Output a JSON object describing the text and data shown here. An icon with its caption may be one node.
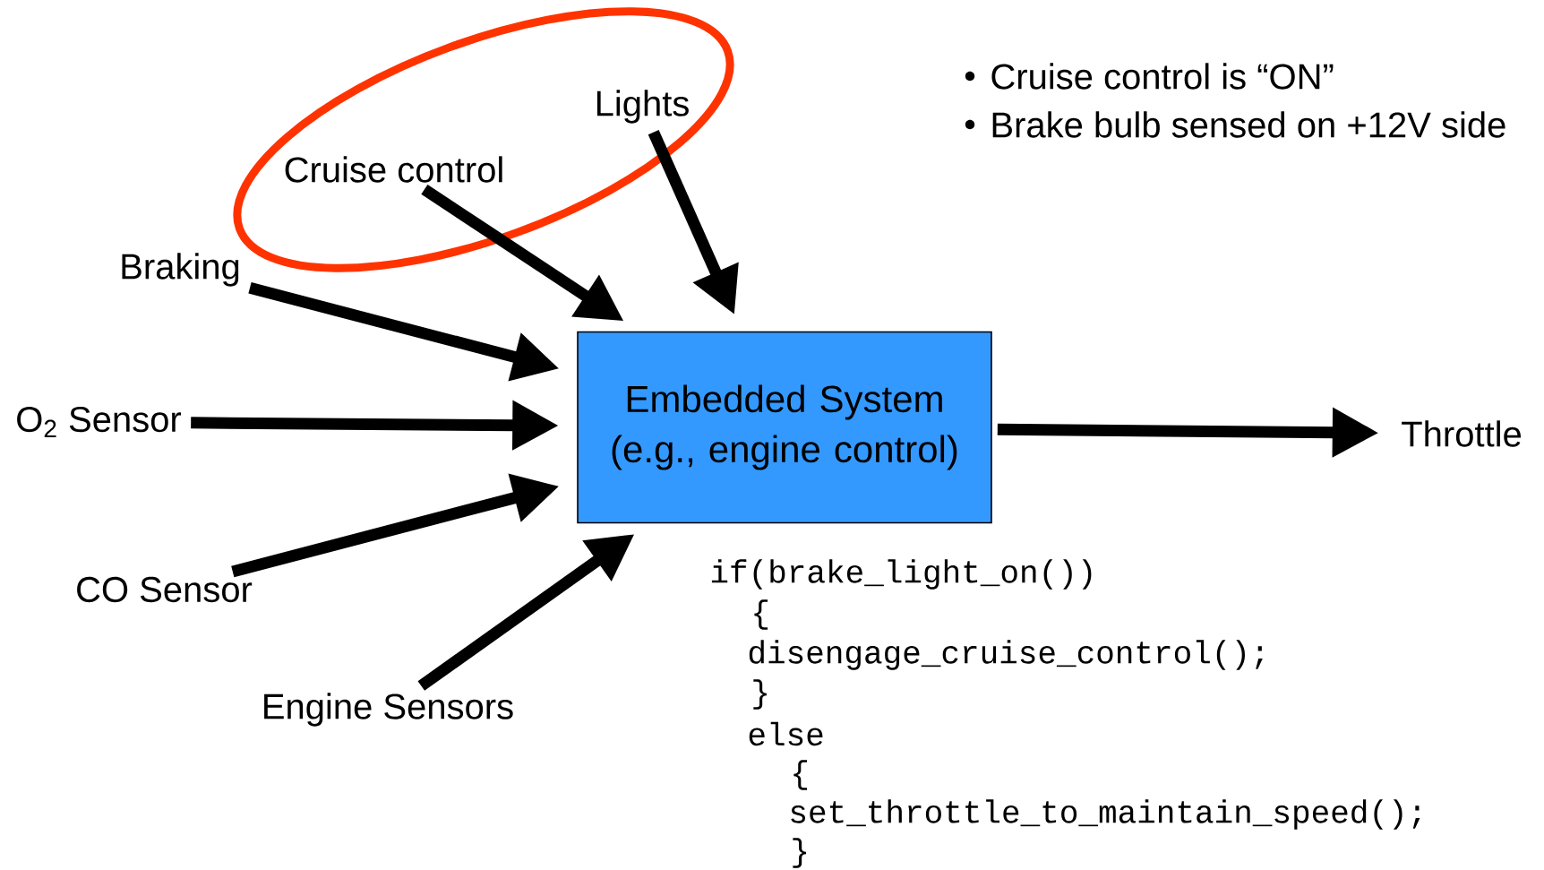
{
  "diagram": {
    "nodes": [
      {
        "text": [],
        "shape": "ellipse"
      },
      {
        "text": [
          "Cruise control"
        ],
        "in": 0
      },
      {
        "text": [
          "Lights"
        ],
        "in": 0
      },
      {
        "text": [
          "Braking"
        ]
      },
      {
        "text": [
          "O$_{2}$ Sensor"
        ]
      },
      {
        "text": [
          "CO Sensor"
        ]
      },
      {
        "text": [
          "Engine Sensors"
        ]
      },
      {
        "text": [
          "Embedded System (e.g., engine control)"
        ]
      },
      {
        "text": [
          "Throttle"
        ]
      }
    ],
    "edges": [
      {
        "from": 1,
        "to": 7,
        "arrow": "to"
      },
      {
        "from": 2,
        "to": 7,
        "arrow": "to"
      },
      {
        "from": 3,
        "to": 7,
        "arrow": "to"
      },
      {
        "from": 4,
        "to": 7,
        "arrow": "to"
      },
      {
        "from": 5,
        "to": 7,
        "arrow": "to"
      },
      {
        "from": 6,
        "to": 7,
        "arrow": "to"
      },
      {
        "from": 7,
        "to": 8,
        "arrow": "to"
      }
    ],
    "labels": [
      "Cruise control is “ON”",
      "Brake bulb sensed on +12V side",
      "if(brake_light_on())",
      "{",
      "disengage_cruise_control();",
      "}",
      "else",
      "{",
      "set_throttle_to_maintain_speed();",
      "}"
    ]
  }
}
